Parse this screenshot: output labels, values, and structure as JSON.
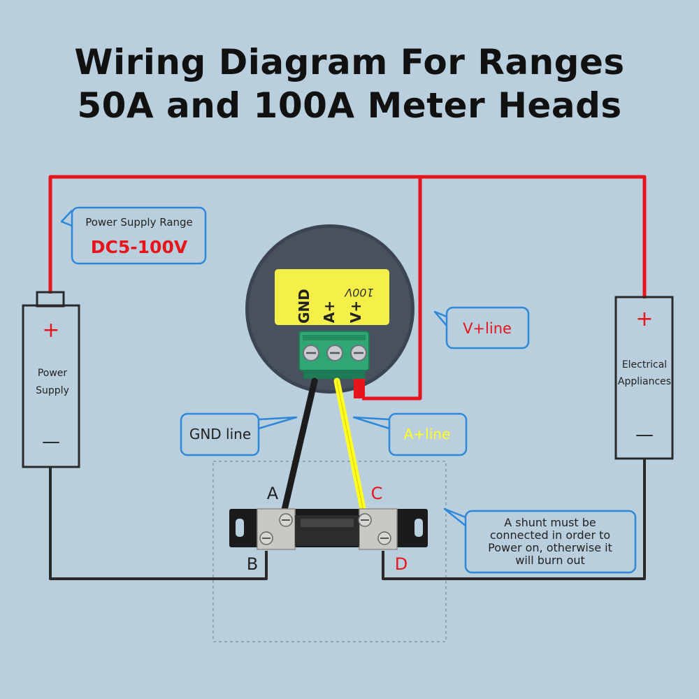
{
  "title": {
    "line1": "Wiring Diagram For Ranges",
    "line2": "50A and 100A Meter Heads"
  },
  "callouts": {
    "power_range_label": "Power Supply Range",
    "power_range_value": "DC5-100V",
    "v_line": "V+line",
    "gnd_line": "GND line",
    "a_line": "A+line",
    "shunt_warning": [
      "A shunt must be",
      "connected in order to",
      "Power on, otherwise it",
      "will burn out"
    ]
  },
  "power_supply": {
    "plus": "+",
    "minus": "—",
    "label_line1": "Power",
    "label_line2": "Supply"
  },
  "appliance": {
    "plus": "+",
    "minus": "—",
    "label_line1": "Electrical",
    "label_line2": "Appliances"
  },
  "meter": {
    "range_text": "100V",
    "pin_gnd": "GND",
    "pin_a": "A+",
    "pin_v": "V+"
  },
  "shunt": {
    "terminal_a": "A",
    "terminal_b": "B",
    "terminal_c": "C",
    "terminal_d": "D"
  },
  "colors": {
    "background": "#b9cfdd",
    "positive_wire": "#e8141c",
    "negative_wire": "#2a2a2a",
    "signal_wire": "#ffff22",
    "callout_border": "#2e88d8",
    "meter_label": "#f5ef4a",
    "terminal_block": "#2fa673"
  },
  "icons": [
    "screw-icon",
    "callout-pointer-icon"
  ]
}
